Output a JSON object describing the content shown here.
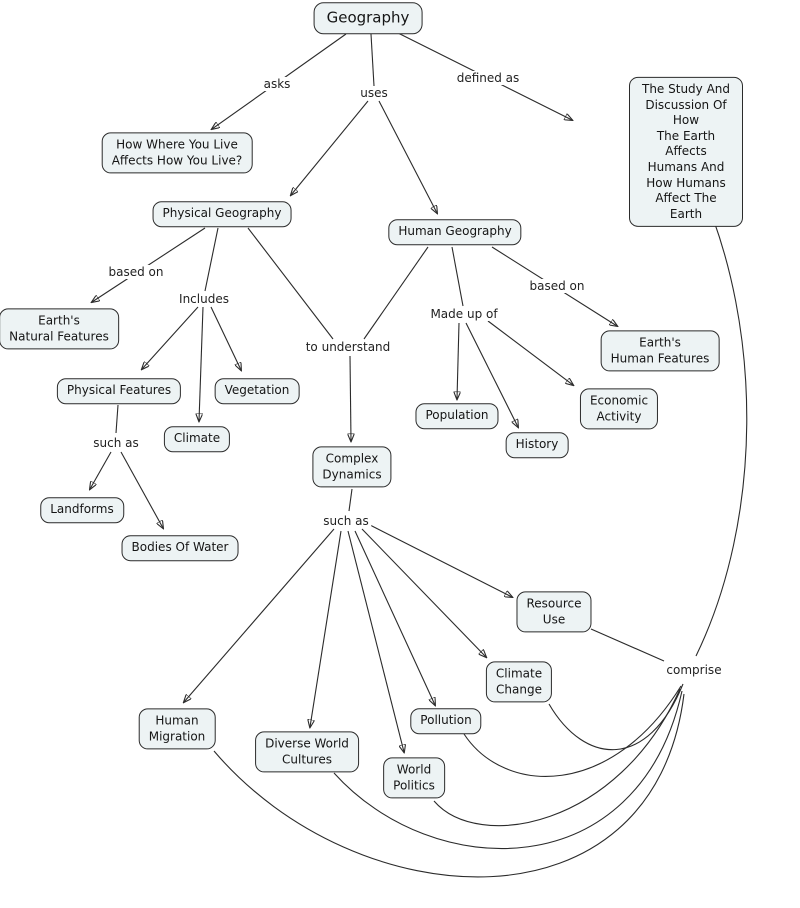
{
  "diagram": {
    "kind": "concept-map",
    "topic": "Geography"
  },
  "colors": {
    "background": "#ffffff",
    "node_fill": "#edf3f4",
    "node_border": "#2b2b2b",
    "line": "#2b2b2b",
    "text": "#151515"
  },
  "nodes": {
    "geography": "Geography",
    "how_where": "How Where You Live\nAffects How You Live?",
    "study_definition": "The Study And Discussion Of How\nThe Earth Affects Humans And\nHow Humans Affect The Earth",
    "physical_geography": "Physical Geography",
    "human_geography": "Human Geography",
    "earths_natural_features": "Earth's\nNatural Features",
    "earths_human_features": "Earth's\nHuman Features",
    "physical_features": "Physical Features",
    "vegetation": "Vegetation",
    "climate": "Climate",
    "economic_activity": "Economic\nActivity",
    "population": "Population",
    "history": "History",
    "landforms": "Landforms",
    "bodies_of_water": "Bodies Of Water",
    "complex_dynamics": "Complex\nDynamics",
    "resource_use": "Resource\nUse",
    "climate_change": "Climate\nChange",
    "pollution": "Pollution",
    "human_migration": "Human\nMigration",
    "diverse_world_cultures": "Diverse World\nCultures",
    "world_politics": "World\nPolitics"
  },
  "link_labels": {
    "asks": "asks",
    "uses": "uses",
    "defined_as": "defined as",
    "based_on_physical": "based on",
    "includes": "Includes",
    "to_understand": "to understand",
    "made_up_of": "Made up of",
    "based_on_human": "based on",
    "such_as_features": "such as",
    "such_as_dynamics": "such as",
    "comprise": "comprise"
  },
  "edges": [
    {
      "from": "geography",
      "label": "asks",
      "to": "how_where"
    },
    {
      "from": "geography",
      "label": "uses",
      "to": "physical_geography"
    },
    {
      "from": "geography",
      "label": "uses",
      "to": "human_geography"
    },
    {
      "from": "geography",
      "label": "defined as",
      "to": "study_definition"
    },
    {
      "from": "physical_geography",
      "label": "based on",
      "to": "earths_natural_features"
    },
    {
      "from": "physical_geography",
      "label": "Includes",
      "to": "physical_features"
    },
    {
      "from": "physical_geography",
      "label": "Includes",
      "to": "climate"
    },
    {
      "from": "physical_geography",
      "label": "Includes",
      "to": "vegetation"
    },
    {
      "from": "physical_geography",
      "label": "to understand",
      "to": "complex_dynamics"
    },
    {
      "from": "human_geography",
      "label": "to understand",
      "to": "complex_dynamics"
    },
    {
      "from": "human_geography",
      "label": "Made up of",
      "to": "population"
    },
    {
      "from": "human_geography",
      "label": "Made up of",
      "to": "history"
    },
    {
      "from": "human_geography",
      "label": "Made up of",
      "to": "economic_activity"
    },
    {
      "from": "human_geography",
      "label": "based on",
      "to": "earths_human_features"
    },
    {
      "from": "physical_features",
      "label": "such as",
      "to": "landforms"
    },
    {
      "from": "physical_features",
      "label": "such as",
      "to": "bodies_of_water"
    },
    {
      "from": "complex_dynamics",
      "label": "such as",
      "to": "human_migration"
    },
    {
      "from": "complex_dynamics",
      "label": "such as",
      "to": "diverse_world_cultures"
    },
    {
      "from": "complex_dynamics",
      "label": "such as",
      "to": "world_politics"
    },
    {
      "from": "complex_dynamics",
      "label": "such as",
      "to": "pollution"
    },
    {
      "from": "complex_dynamics",
      "label": "such as",
      "to": "climate_change"
    },
    {
      "from": "complex_dynamics",
      "label": "such as",
      "to": "resource_use"
    },
    {
      "from": "human_migration",
      "label": "comprise",
      "to": "study_definition"
    },
    {
      "from": "diverse_world_cultures",
      "label": "comprise",
      "to": "study_definition"
    },
    {
      "from": "world_politics",
      "label": "comprise",
      "to": "study_definition"
    },
    {
      "from": "pollution",
      "label": "comprise",
      "to": "study_definition"
    },
    {
      "from": "climate_change",
      "label": "comprise",
      "to": "study_definition"
    },
    {
      "from": "resource_use",
      "label": "comprise",
      "to": "study_definition"
    }
  ]
}
